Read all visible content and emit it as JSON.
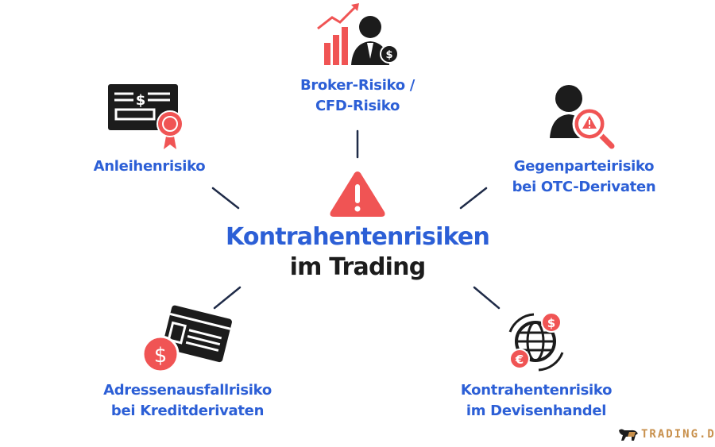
{
  "title": {
    "line1": "Kontrahentenrisiken",
    "line2": "im Trading"
  },
  "nodes": [
    {
      "id": "broker",
      "lines": [
        "Broker-Risiko /",
        "CFD-Risiko"
      ],
      "icon": "businessman-chart-icon"
    },
    {
      "id": "anleihen",
      "lines": [
        "Anleihenrisiko"
      ],
      "icon": "bond-certificate-icon"
    },
    {
      "id": "otc",
      "lines": [
        "Gegenparteirisiko",
        "bei OTC-Derivaten"
      ],
      "icon": "person-warning-magnifier-icon"
    },
    {
      "id": "kredit",
      "lines": [
        "Adressenausfallrisiko",
        "bei Kreditderivaten"
      ],
      "icon": "credit-card-dollar-icon"
    },
    {
      "id": "devisen",
      "lines": [
        "Kontrahentenrisiko",
        "im Devisenhandel"
      ],
      "icon": "globe-currency-exchange-icon"
    }
  ],
  "logo": {
    "text": "TRADING.DE"
  },
  "colors": {
    "blue": "#2c5fd6",
    "red": "#f05454",
    "dark": "#1c1c1c",
    "line": "#1f2b48",
    "logo": "#c8904c"
  }
}
